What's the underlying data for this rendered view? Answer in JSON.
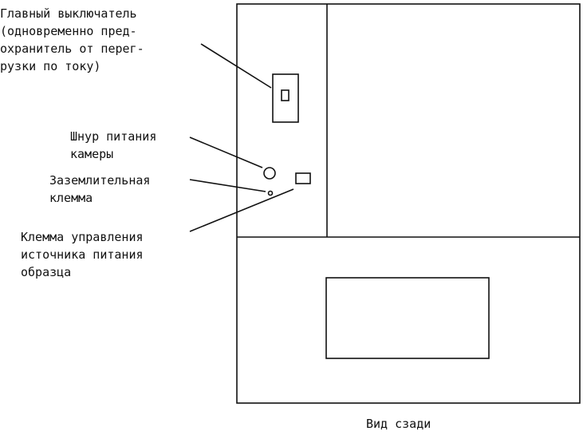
{
  "labels": {
    "main_switch": "Главный выключатель\n(одновременно пред-\nохранитель от перег-\nрузки по току)",
    "power_cord": "Шнур питания\nкамеры",
    "ground_terminal": "Заземлительная\nклемма",
    "control_terminal": "Клемма управления\nисточника питания\nобразца",
    "view_caption": "Вид сзади"
  },
  "colors": {
    "line": "#111111",
    "background": "#ffffff"
  }
}
